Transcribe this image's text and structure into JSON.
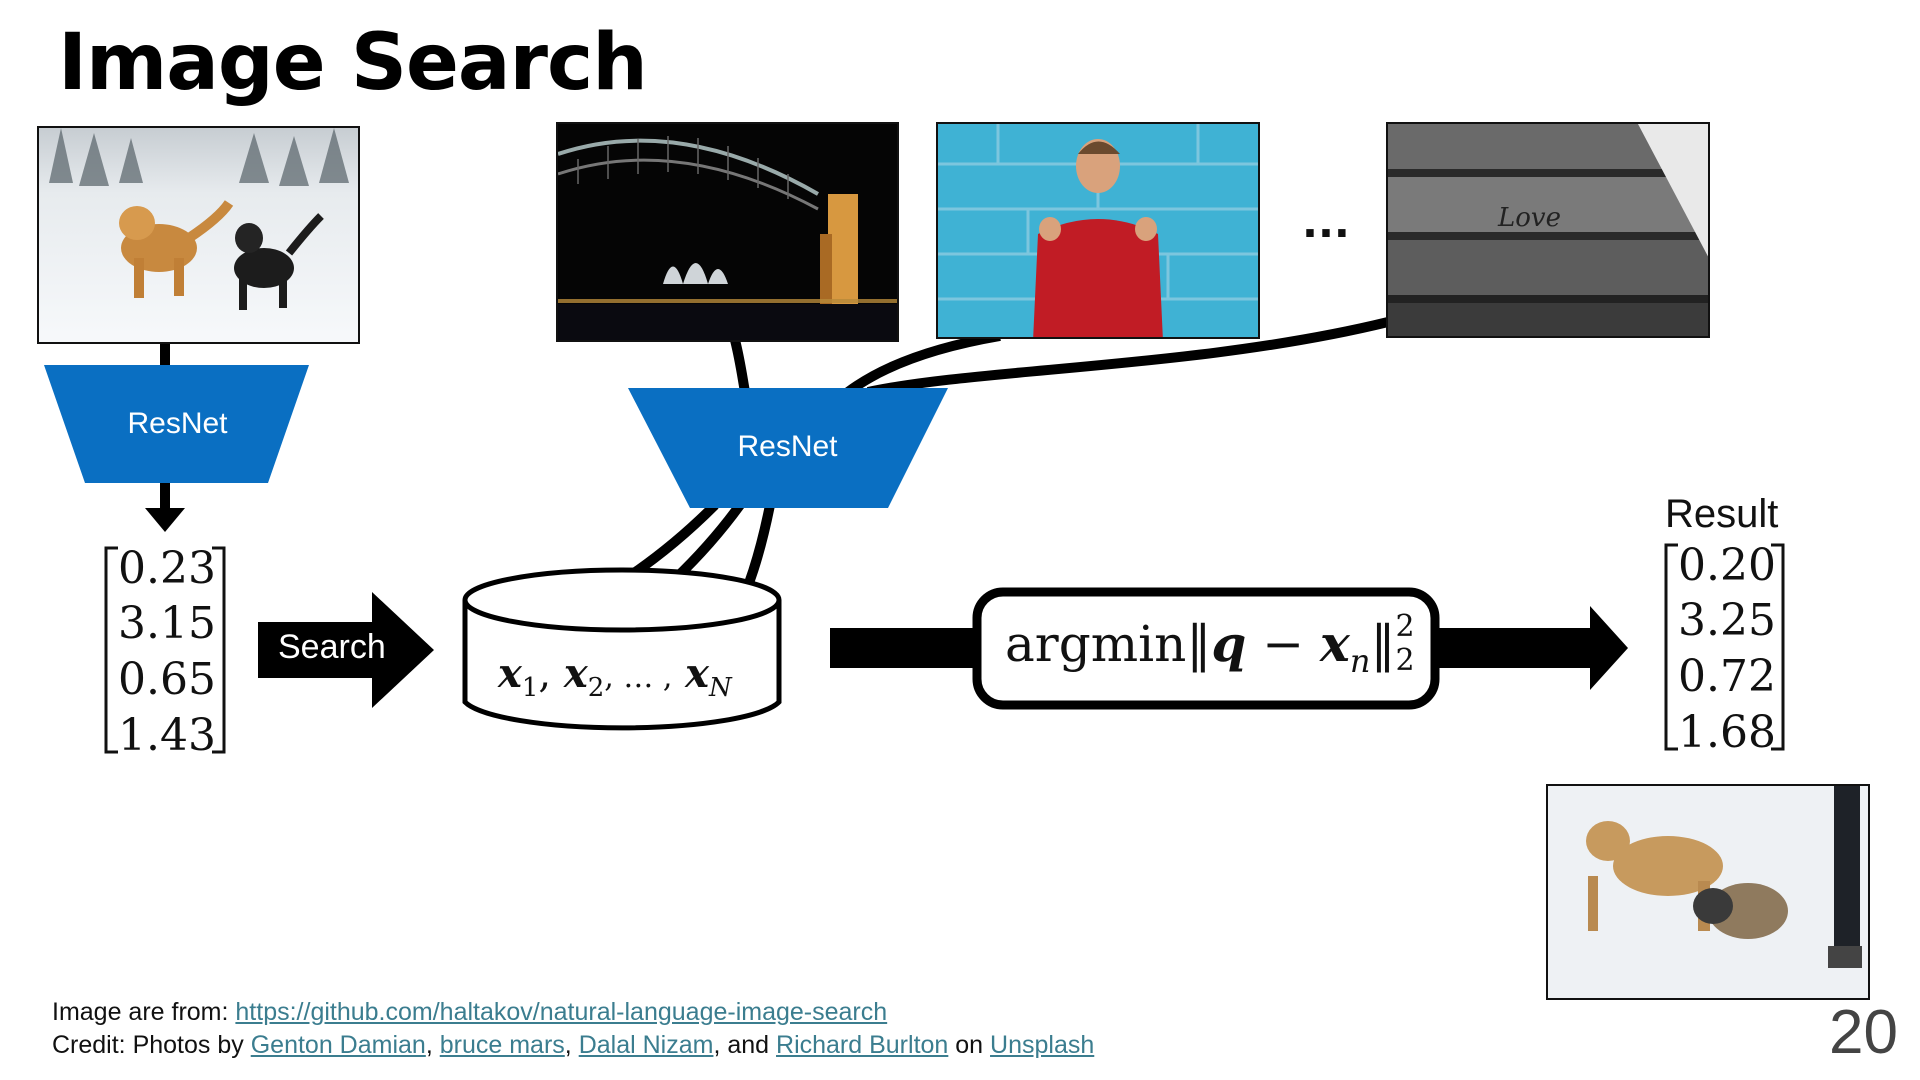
{
  "slide": {
    "title": "Image Search",
    "page_number": "20",
    "ellipsis": "...",
    "query_encoder_label": "ResNet",
    "db_encoder_label": "ResNet",
    "search_label": "Search",
    "query_vector": [
      "0.23",
      "3.15",
      "0.65",
      "1.43"
    ],
    "database": {
      "x1": "x",
      "x1_sub": "1",
      "sep1": ",",
      "x2": "x",
      "x2_sub": "2",
      "dots": ", … ,",
      "xN": "x",
      "xN_sub": "N"
    },
    "argmin": {
      "func": "argmin",
      "q": "q",
      "minus": "−",
      "x": "x",
      "x_sub": "n",
      "sup": "2",
      "sub": "2"
    },
    "result_title": "Result",
    "result_vector": [
      "0.20",
      "3.25",
      "0.72",
      "1.68"
    ],
    "footer": {
      "line1_prefix": "Image are from: ",
      "line1_link": "https://github.com/haltakov/natural-language-image-search",
      "line2_prefix": "Credit: Photos by ",
      "credit1": "Genton Damian",
      "sep_a": ", ",
      "credit2": "bruce mars",
      "sep_b": ", ",
      "credit3": "Dalal Nizam",
      "sep_c": ", and ",
      "credit4": "Richard Burlton",
      "on": " on ",
      "credit5": "Unsplash"
    }
  },
  "colors": {
    "resnet_blue": "#0a6fc2",
    "link": "#3b7d8f"
  },
  "images": {
    "query": "two-dogs-running-in-snow-photo",
    "db1": "sydney-harbour-bridge-at-night-photo",
    "db2": "smiling-man-red-sweater-photo",
    "db3": "love-written-on-stairs-photo",
    "result": "dogs-playing-in-snow-photo"
  }
}
